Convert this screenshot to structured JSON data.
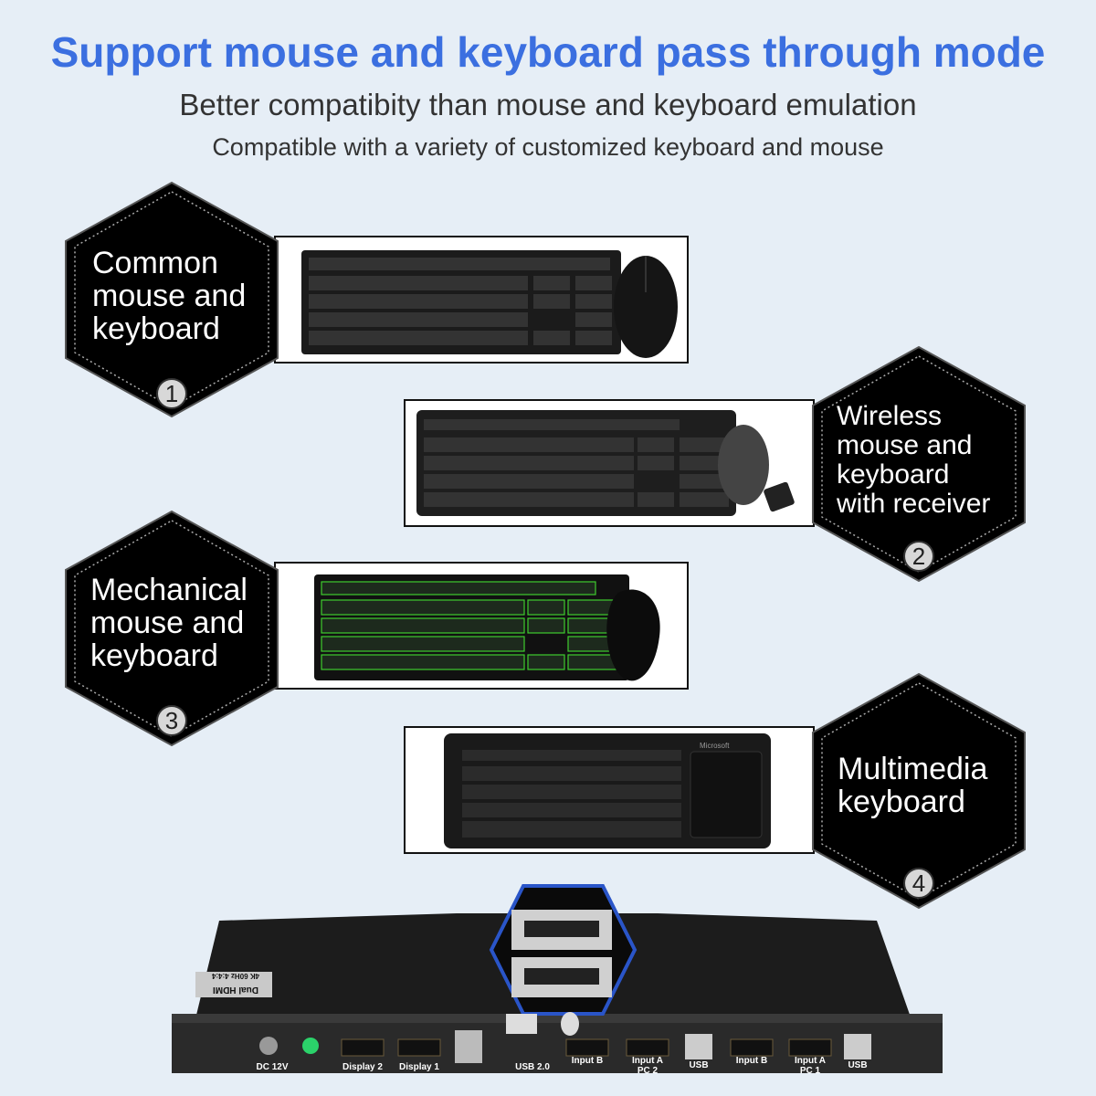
{
  "header": {
    "title": "Support mouse and keyboard pass through mode",
    "subtitle": "Better compatibity than mouse and keyboard emulation",
    "subtitle2": "Compatible with a variety of customized keyboard and mouse"
  },
  "items": [
    {
      "label": "Common\nmouse and\nkeyboard",
      "number": "1"
    },
    {
      "label": "Wireless\nmouse and\nkeyboard\nwith receiver",
      "number": "2"
    },
    {
      "label": "Mechanical\nmouse and\nkeyboard",
      "number": "3"
    },
    {
      "label": "Multimedia\nkeyboard",
      "number": "4"
    }
  ],
  "device": {
    "badge": "Dual HDMI",
    "badge2": "4K 60Hz 4:4:4",
    "ports": [
      "DC 12V",
      "Display 2",
      "Display 1",
      "USB 2.0",
      "Input B",
      "Input A",
      "PC 2",
      "USB",
      "Input B",
      "Input A",
      "PC 1",
      "USB"
    ],
    "brand_label": "Microsoft"
  },
  "colors": {
    "accent": "#3b6fe0",
    "hex_fill": "#000000",
    "background": "#e6eef6"
  }
}
